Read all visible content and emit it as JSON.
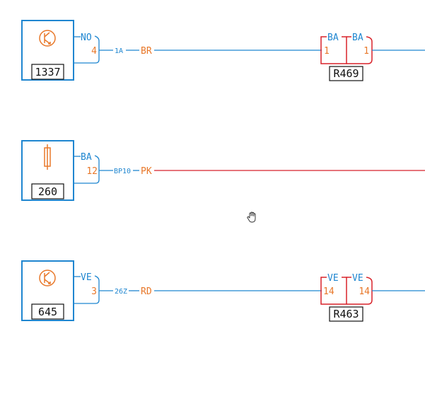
{
  "colors": {
    "blue": "#1f86d0",
    "orange": "#e8782a",
    "red": "#d8222a",
    "black": "#111111"
  },
  "components": [
    {
      "ref": "1337",
      "icon": "transistor-icon",
      "conn_color": "NO",
      "pin": "4",
      "wire_id": "1A",
      "wire_color": "BR",
      "line_color": "blue",
      "connector": {
        "ref": "R469",
        "left_color": "BA",
        "left_pin": "1",
        "right_color": "BA",
        "right_pin": "1",
        "bracket_color": "red"
      }
    },
    {
      "ref": "260",
      "icon": "fuse-icon",
      "conn_color": "BA",
      "pin": "12",
      "wire_id": "BP10",
      "wire_color": "PK",
      "line_color": "red",
      "connector": null
    },
    {
      "ref": "645",
      "icon": "transistor-icon",
      "conn_color": "VE",
      "pin": "3",
      "wire_id": "26Z",
      "wire_color": "RD",
      "line_color": "blue",
      "connector": {
        "ref": "R463",
        "left_color": "VE",
        "left_pin": "14",
        "right_color": "VE",
        "right_pin": "14",
        "bracket_color": "red"
      }
    }
  ],
  "cursor": "hand-grab-icon"
}
